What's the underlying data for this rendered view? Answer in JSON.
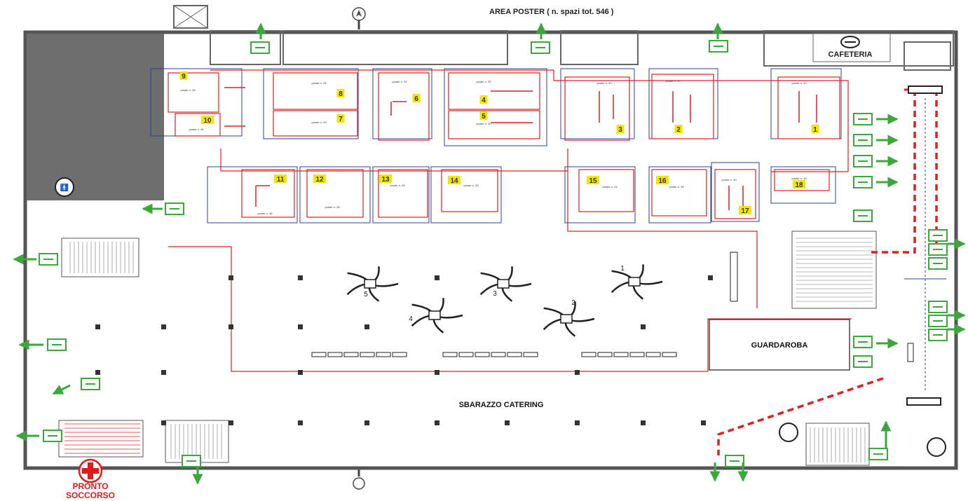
{
  "header": {
    "title": "AREA POSTER ( n. spazi tot. 546 )"
  },
  "labels": {
    "cafeteria": "CAFETERIA",
    "guardaroba": "GUARDAROBA",
    "catering": "SBARAZZO CATERING",
    "pronto_line1": "PRONTO",
    "pronto_line2": "SOCCORSO"
  },
  "poster_zones": [
    {
      "num": "1",
      "caption": "poster n. 42"
    },
    {
      "num": "2",
      "caption": "poster n. 47"
    },
    {
      "num": "3",
      "caption": "poster n. 40"
    },
    {
      "num": "4",
      "caption": "poster n. 30"
    },
    {
      "num": "5",
      "caption": "poster n. 30"
    },
    {
      "num": "6",
      "caption": "poster n. 40"
    },
    {
      "num": "7",
      "caption": "poster n. 20"
    },
    {
      "num": "8",
      "caption": "poster n. 28"
    },
    {
      "num": "9",
      "caption": "poster n. 26"
    },
    {
      "num": "10",
      "caption": "poster n. 46"
    },
    {
      "num": "11",
      "caption": "poster n. 36"
    },
    {
      "num": "12",
      "caption": "poster n. 28"
    },
    {
      "num": "13",
      "caption": "poster n. 28"
    },
    {
      "num": "14",
      "caption": "poster n. 28"
    },
    {
      "num": "15",
      "caption": "poster n. 24"
    },
    {
      "num": "16",
      "caption": "poster n. 28"
    },
    {
      "num": "17",
      "caption": "poster n. 30"
    },
    {
      "num": "18",
      "caption": "poster n. 16"
    }
  ],
  "catering_stations": [
    "1",
    "2",
    "3",
    "4",
    "5"
  ],
  "colors": {
    "wall": "#666666",
    "blue_outline": "#2b3fa0",
    "red_route": "#e02020",
    "green_exit": "#3aa83a",
    "zone_label": "#f2e600",
    "dark_block": "#6e6e6e"
  }
}
